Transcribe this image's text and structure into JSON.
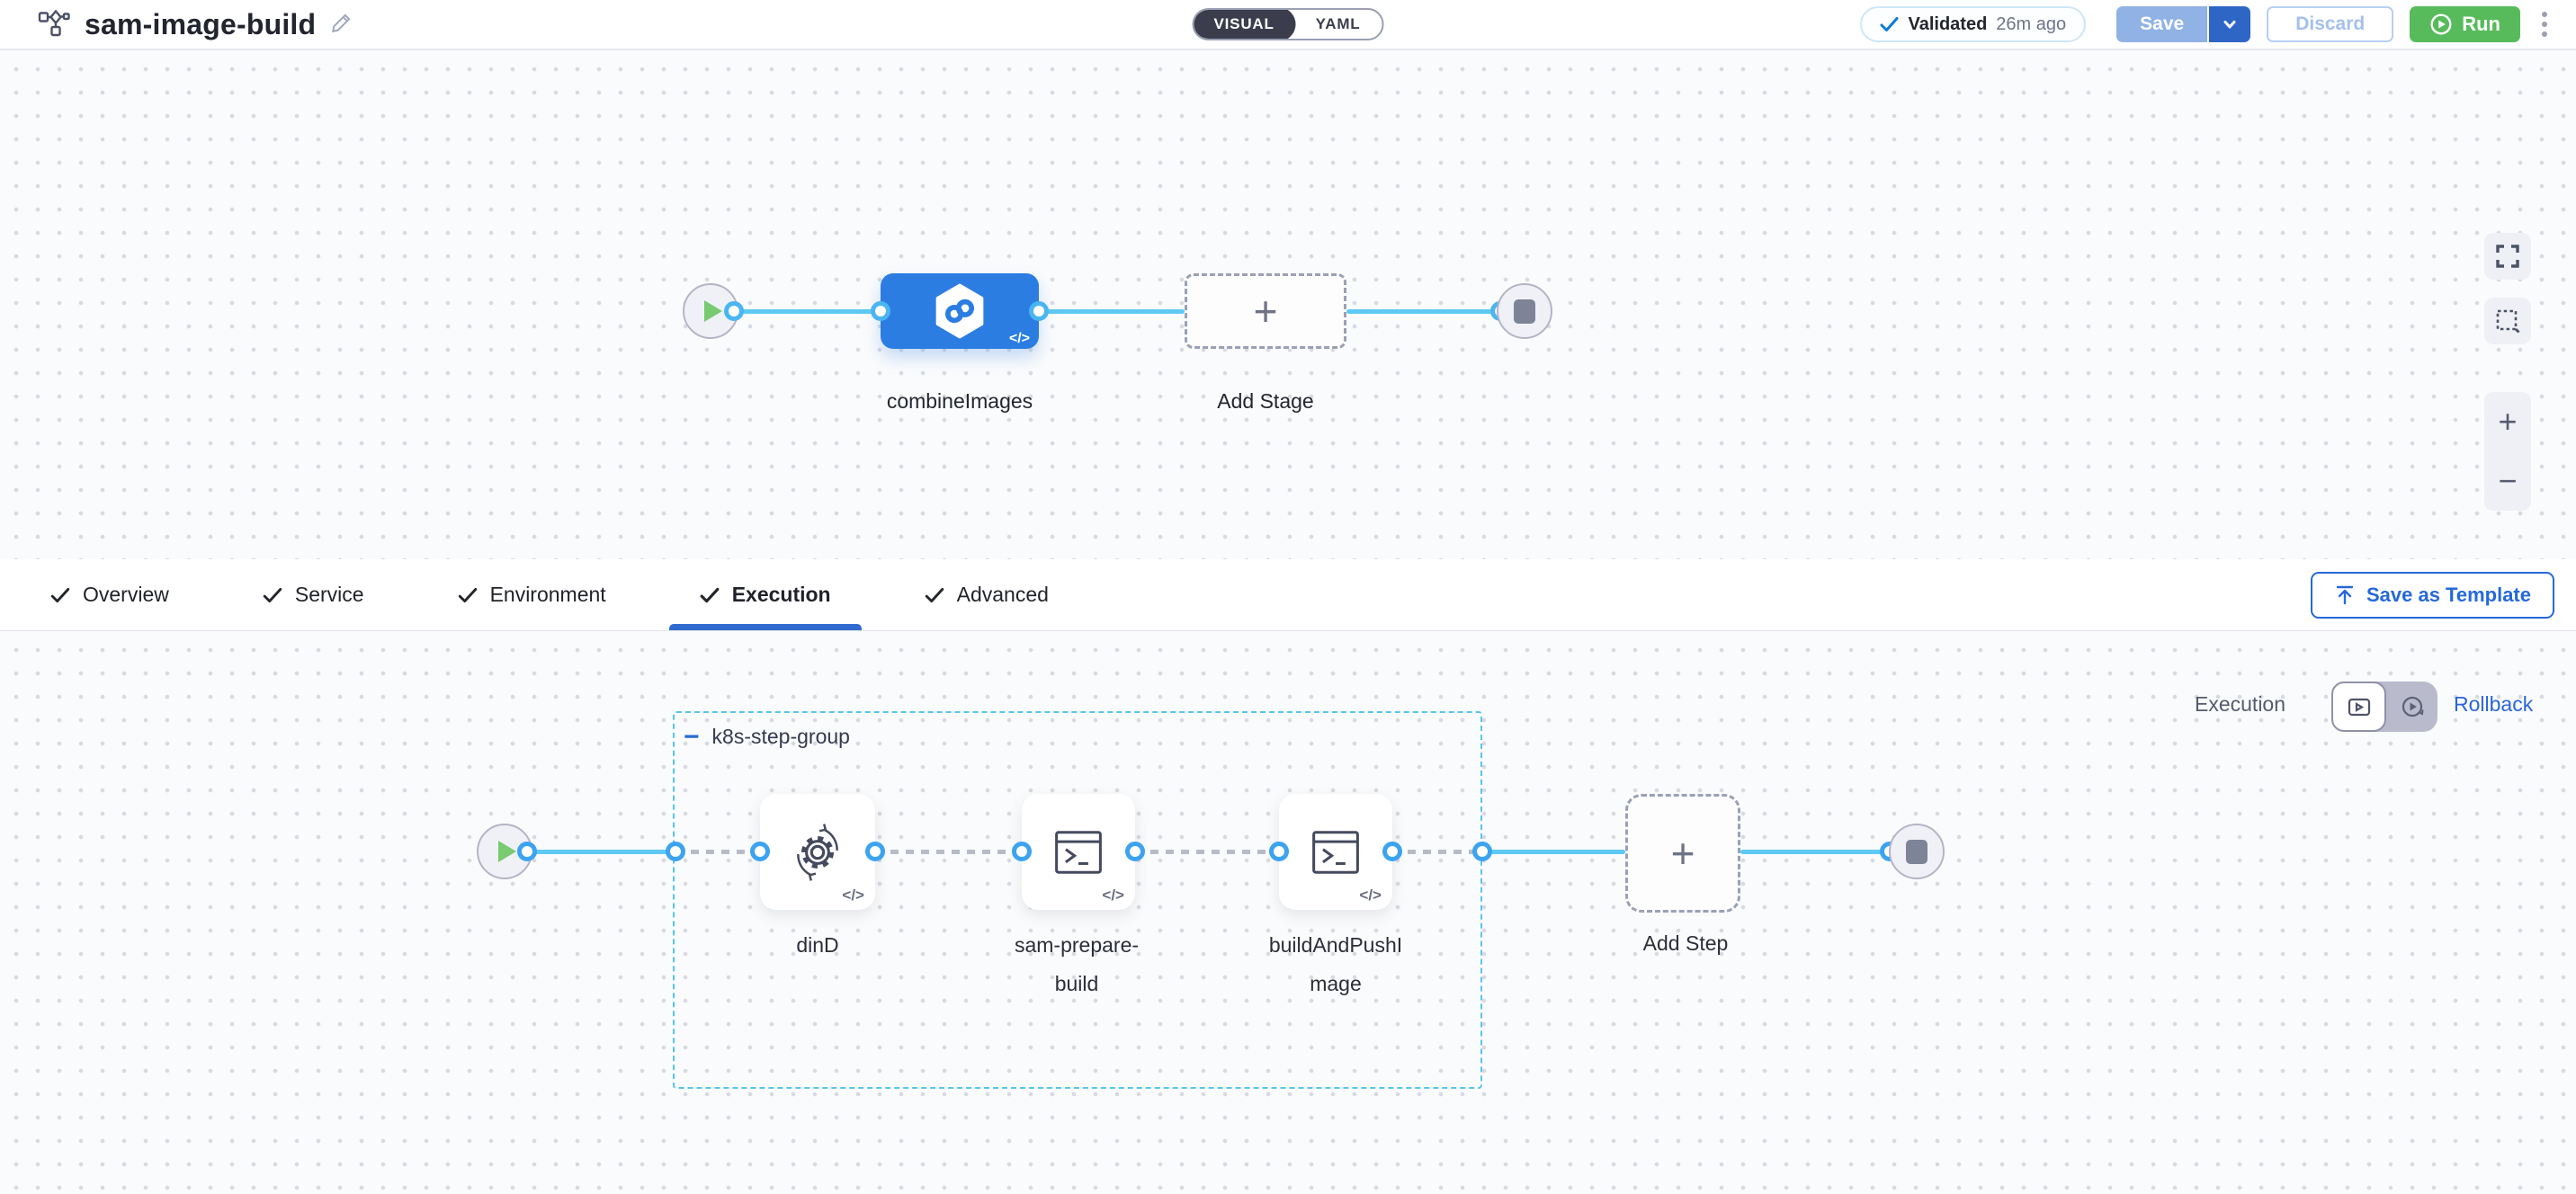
{
  "header": {
    "title": "sam-image-build",
    "mode_visual": "VISUAL",
    "mode_yaml": "YAML",
    "validated_label": "Validated",
    "validated_time": "26m ago",
    "save_label": "Save",
    "discard_label": "Discard",
    "run_label": "Run"
  },
  "stage_canvas": {
    "stage_label": "combineImages",
    "add_stage_label": "Add Stage"
  },
  "tabs": {
    "items": [
      {
        "label": "Overview"
      },
      {
        "label": "Service"
      },
      {
        "label": "Environment"
      },
      {
        "label": "Execution",
        "active": true
      },
      {
        "label": "Advanced"
      }
    ],
    "save_as_template_label": "Save as Template"
  },
  "execution": {
    "mode_label": "Execution",
    "rollback_label": "Rollback",
    "group_label": "k8s-step-group",
    "steps": [
      {
        "label": "dinD"
      },
      {
        "label": "sam-prepare-build"
      },
      {
        "label": "buildAndPushImage"
      }
    ],
    "add_step_label": "Add Step"
  },
  "icons": {
    "code": "</>",
    "plus": "+",
    "minus": "−",
    "zoom_in": "+",
    "zoom_out": "−"
  },
  "colors": {
    "accent_blue": "#2f6bce",
    "node_blue": "#2b7de2",
    "connector_blue": "#5ec9f3",
    "run_green": "#57bb5b",
    "group_border_cyan": "#57c5ec",
    "validated_check_blue": "#0b7cd6"
  }
}
